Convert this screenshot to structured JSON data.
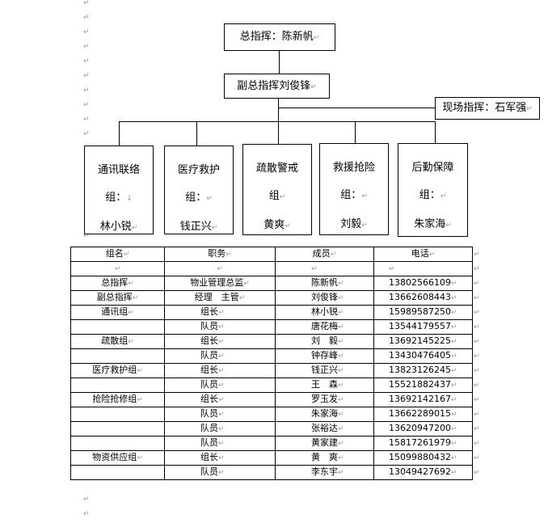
{
  "org_chart": {
    "commander": "总指挥：陈新帆",
    "deputy": "副总指挥刘俊锋",
    "onsite": "现场指挥：石军强",
    "groups": [
      {
        "lines": [
          "通讯联络",
          "组：",
          "林小锐"
        ]
      },
      {
        "lines": [
          "医疗救护",
          "组：",
          "钱正兴"
        ]
      },
      {
        "lines": [
          "疏散警戒",
          "组",
          "黄爽"
        ]
      },
      {
        "lines": [
          "救援抢险",
          "组：",
          "刘毅"
        ]
      },
      {
        "lines": [
          "后勤保障",
          "组：",
          "朱家海"
        ]
      }
    ]
  },
  "table": {
    "headers": [
      "组名",
      "职务",
      "成员",
      "电话"
    ],
    "rows": [
      [
        "",
        "",
        "",
        ""
      ],
      [
        "总指挥",
        "物业管理总监",
        "陈新帆",
        "13802566109"
      ],
      [
        "副总指挥",
        "经理　主管",
        "刘俊锋",
        "13662608443"
      ],
      [
        "通讯组",
        "组长",
        "林小锐",
        "15989587250"
      ],
      [
        "",
        "队员",
        "唐花梅",
        "13544179557"
      ],
      [
        "疏散组",
        "组长",
        "刘　毅",
        "13692145225"
      ],
      [
        "",
        "队员",
        "钟存峰",
        "13430476405"
      ],
      [
        "医疗救护组",
        "组长",
        "钱正兴",
        "13823126245"
      ],
      [
        "",
        "队员",
        "王　森",
        "15521882437"
      ],
      [
        "抢险抢修组",
        "组长",
        "罗玉发",
        "13692142167"
      ],
      [
        "",
        "队员",
        "朱家海",
        "13662289015"
      ],
      [
        "",
        "队员",
        "张裕达",
        "13620947200"
      ],
      [
        "",
        "队员",
        "黄家建",
        "15817261979"
      ],
      [
        "物资供应组",
        "组长",
        "黄　爽",
        "15099880432"
      ],
      [
        "",
        "队员",
        "李东宇",
        "13049427692"
      ]
    ]
  }
}
